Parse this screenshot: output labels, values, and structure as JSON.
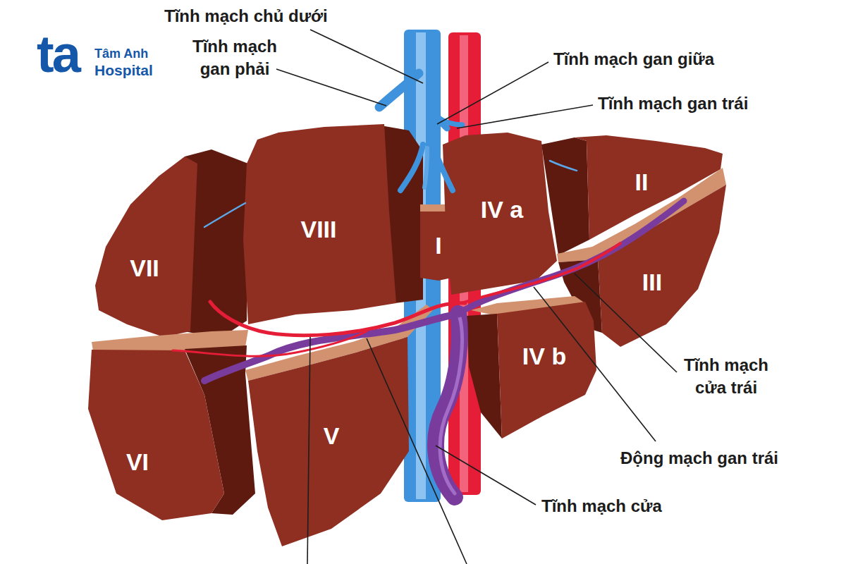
{
  "diagram": {
    "nodes": [
      {
        "text": [
          "VII"
        ]
      },
      {
        "text": [
          "VIII"
        ]
      },
      {
        "text": [
          "I"
        ]
      },
      {
        "text": [
          "IV a"
        ]
      },
      {
        "text": [
          "II"
        ]
      },
      {
        "text": [
          "III"
        ]
      },
      {
        "text": [
          "IV b"
        ]
      },
      {
        "text": [
          "VI"
        ]
      },
      {
        "text": [
          "V"
        ]
      }
    ],
    "labels": [
      "ta",
      "Tâm Anh",
      "Hospital",
      "Tĩnh mạch chủ dưới",
      "Tĩnh mạch gan phải",
      "Tĩnh mạch gan giữa",
      "Tĩnh mạch gan trái",
      "Tĩnh mạch cửa trái",
      "Động mạch gan trái",
      "Tĩnh mạch cửa"
    ]
  }
}
